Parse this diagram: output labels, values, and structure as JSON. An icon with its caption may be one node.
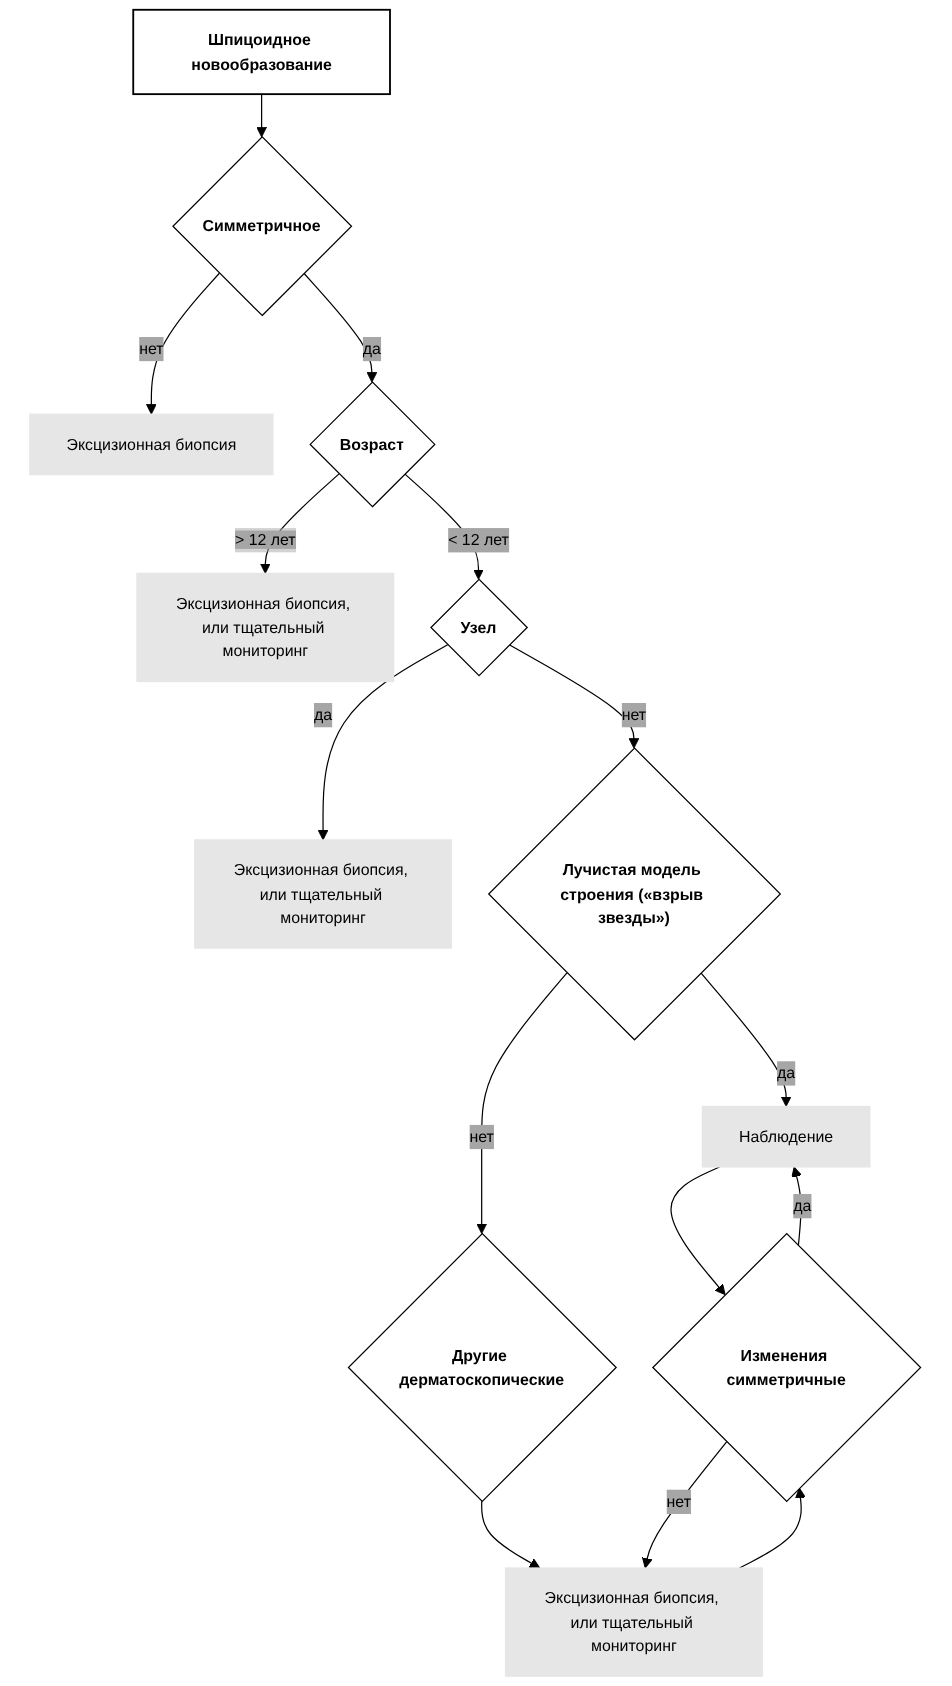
{
  "diagram": {
    "nodes": [
      {
        "text": [
          "Шпицоидное новообразование"
        ]
      },
      {
        "text": [
          "Симметричное"
        ]
      },
      {
        "text": [
          "Эксцизионная биопсия"
        ]
      },
      {
        "text": [
          "Возраст"
        ]
      },
      {
        "text": [
          "Эксцизионная биопсия, или тщательный мониторинг"
        ]
      },
      {
        "text": [
          "Узел"
        ]
      },
      {
        "text": [
          "Эксцизионная биопсия, или тщательный мониторинг"
        ]
      },
      {
        "text": [
          "Лучистая модель строения («взрыв звезды»)"
        ]
      },
      {
        "text": [
          "Наблюдение"
        ]
      },
      {
        "text": [
          "Другие дерматоскопические"
        ]
      },
      {
        "text": [
          "Эксцизионная биопсия, или тщательный мониторинг"
        ]
      },
      {
        "text": [
          "Изменения симметричные"
        ]
      }
    ],
    "edges": [
      {
        "from": 0,
        "to": 1,
        "arrow": "to"
      },
      {
        "from": 1,
        "to": 2,
        "arrow": "to",
        "label": "нет"
      },
      {
        "from": 1,
        "to": 3,
        "arrow": "to",
        "label": "да"
      },
      {
        "from": 3,
        "to": 4,
        "arrow": "to",
        "label": "> 12 лет"
      },
      {
        "from": 3,
        "to": 5,
        "arrow": "to",
        "label": "< 12 лет"
      },
      {
        "from": 5,
        "to": 6,
        "arrow": "to",
        "label": "да"
      },
      {
        "from": 5,
        "to": 7,
        "arrow": "to",
        "label": "нет"
      },
      {
        "from": 7,
        "to": 8,
        "arrow": "to",
        "label": "да"
      },
      {
        "from": 7,
        "to": 9,
        "arrow": "to",
        "label": "нет"
      },
      {
        "from": 9,
        "to": 10,
        "arrow": "to"
      },
      {
        "from": 10,
        "to": 11,
        "arrow": "to"
      },
      {
        "from": 11,
        "to": 10,
        "arrow": "to",
        "label": "нет"
      },
      {
        "from": 8,
        "to": 11,
        "arrow": "to"
      },
      {
        "from": 11,
        "to": 8,
        "arrow": "to",
        "label": "да"
      }
    ]
  }
}
